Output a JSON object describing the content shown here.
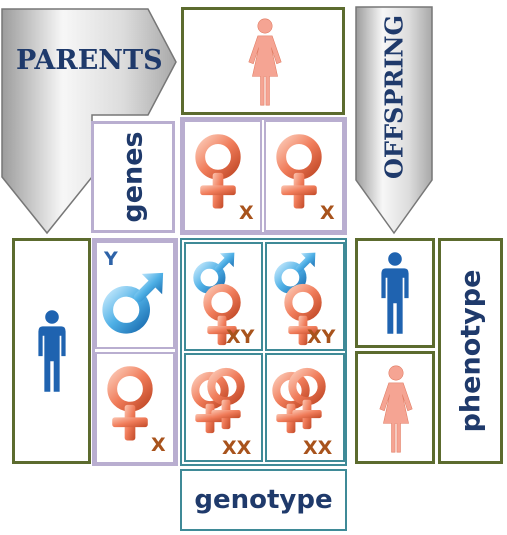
{
  "arrows": {
    "parents": "PARENTS",
    "offspring": "OFFSPRING"
  },
  "labels": {
    "genes": "genes",
    "phenotype": "phenotype",
    "genotype": "genotype"
  },
  "chromosomes": {
    "mother_gene_1": "X",
    "mother_gene_2": "X",
    "father_gene_y": "Y",
    "father_gene_x": "X",
    "cell_r1c1": "XY",
    "cell_r1c2": "XY",
    "cell_r2c1": "XX",
    "cell_r2c2": "XX"
  },
  "icons": {
    "female_person": "female-person-icon",
    "male_person": "male-person-icon",
    "female_symbol": "venus-symbol-icon",
    "male_symbol": "mars-symbol-icon"
  },
  "colors": {
    "female": "#f08a6c",
    "female_dark": "#c9532f",
    "male": "#3d9ad6",
    "male_dark": "#1f5f9a",
    "person_blue": "#1f63b0",
    "person_pink": "#f5a493",
    "olive_border": "#5c6b2e",
    "lavender_border": "#b9aed0",
    "teal_border": "#3f8a97",
    "title_blue": "#1f3a6b"
  }
}
